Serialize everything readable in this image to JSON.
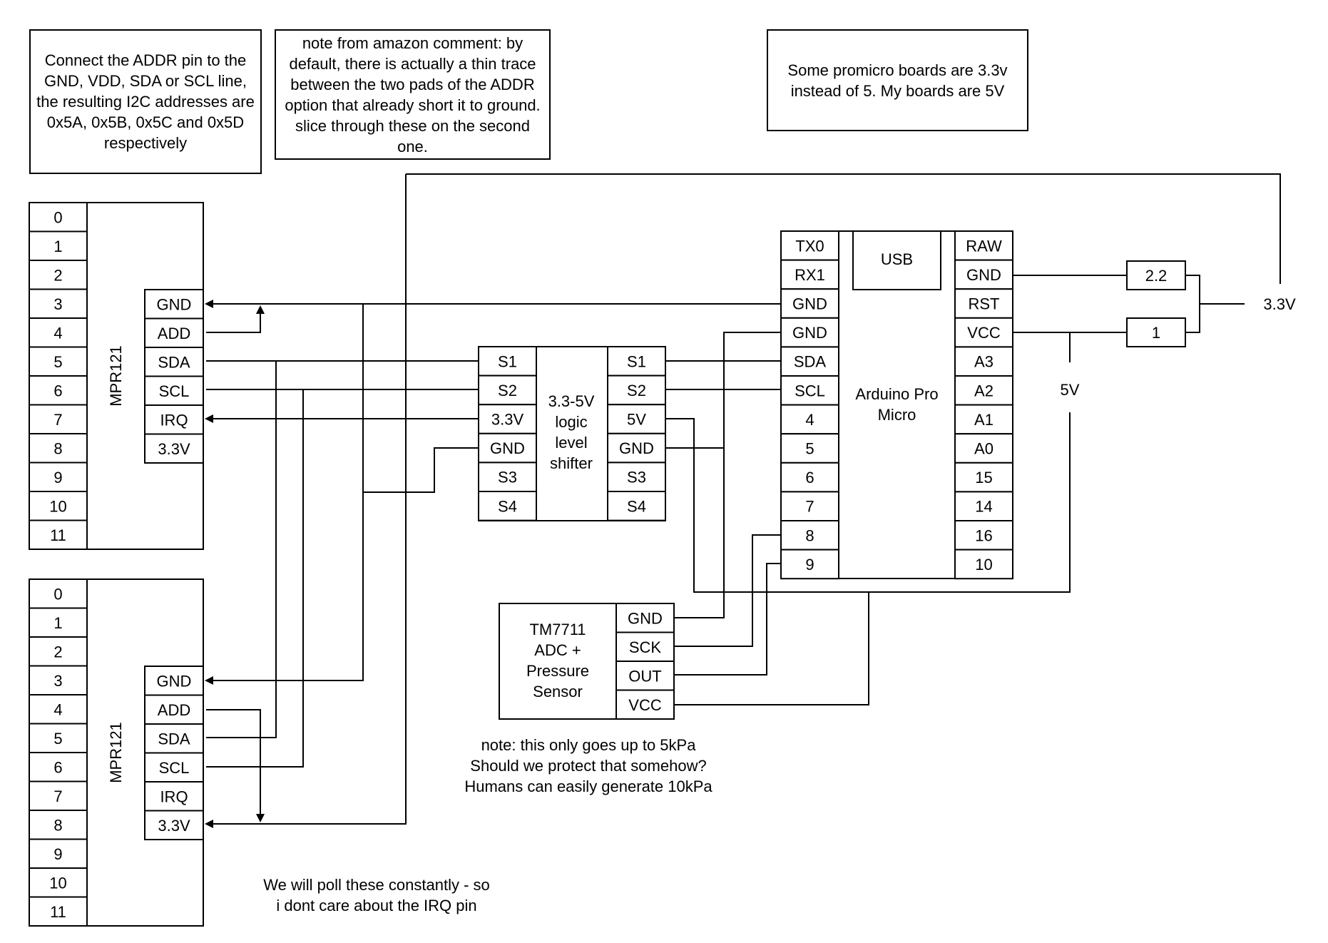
{
  "notes": {
    "addr_note": "Connect the ADDR pin to the GND, VDD, SDA or SCL line, the resulting I2C addresses are 0x5A, 0x5B, 0x5C and 0x5D respectively",
    "amazon_note": "note from amazon comment: by default, there is actually a thin trace between the two pads of the ADDR option that already short it to ground. slice through these on the second one.",
    "promicro_note": "Some promicro boards are 3.3v instead of 5. My boards are 5V",
    "pressure_note": "note: this only goes up to 5kPa\nShould we protect that somehow?\nHumans can easily generate 10kPa",
    "irq_note": "We will poll these constantly - so\ni dont care about the IRQ pin"
  },
  "mpr121": {
    "label": "MPR121",
    "electrodes": [
      "0",
      "1",
      "2",
      "3",
      "4",
      "5",
      "6",
      "7",
      "8",
      "9",
      "10",
      "11"
    ],
    "pins": [
      "GND",
      "ADD",
      "SDA",
      "SCL",
      "IRQ",
      "3.3V"
    ]
  },
  "shifter": {
    "label": "3.3-5V\nlogic\nlevel\nshifter",
    "left_pins": [
      "S1",
      "S2",
      "3.3V",
      "GND",
      "S3",
      "S4"
    ],
    "right_pins": [
      "S1",
      "S2",
      "5V",
      "GND",
      "S3",
      "S4"
    ]
  },
  "arduino": {
    "label": "Arduino Pro\nMicro",
    "usb": "USB",
    "left_pins": [
      "TX0",
      "RX1",
      "GND",
      "GND",
      "SDA",
      "SCL",
      "4",
      "5",
      "6",
      "7",
      "8",
      "9"
    ],
    "right_pins": [
      "RAW",
      "GND",
      "RST",
      "VCC",
      "A3",
      "A2",
      "A1",
      "A0",
      "15",
      "14",
      "16",
      "10"
    ]
  },
  "tm7711": {
    "label": "TM7711\nADC +\nPressure\nSensor",
    "pins": [
      "GND",
      "SCK",
      "OUT",
      "VCC"
    ]
  },
  "resistors": {
    "r1": "2.2",
    "r2": "1"
  },
  "rails": {
    "v33": "3.3V",
    "v5": "5V"
  }
}
